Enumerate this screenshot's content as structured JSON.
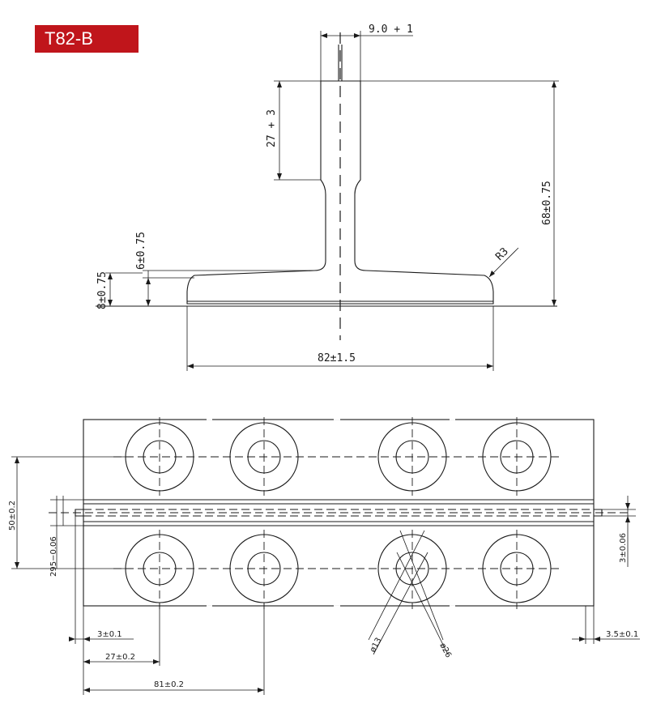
{
  "title_badge": "T82-B",
  "colors": {
    "badge": "#c0151b",
    "lines": "#1a1a1a"
  },
  "profile": {
    "dim_top_width": "9.0 + 1",
    "dim_neck_height": "27 + 3",
    "dim_total_height": "68±0.75",
    "dim_base_thickness": "8±0.75",
    "dim_flange_thickness": "6±0.75",
    "dim_radius": "R3",
    "dim_base_width": "82±1.5"
  },
  "plan": {
    "dim_row_pitch": "50±0.2",
    "dim_slot_offset": "295−0.06",
    "dim_slot_width": "3±0.06",
    "dim_end_gap_left": "3±0.1",
    "dim_hole_x1": "27±0.2",
    "dim_hole_x2": "81±0.2",
    "dim_end_gap_right": "3.5±0.1",
    "dim_hole_inner": "ø13",
    "dim_hole_outer": "ø26"
  }
}
